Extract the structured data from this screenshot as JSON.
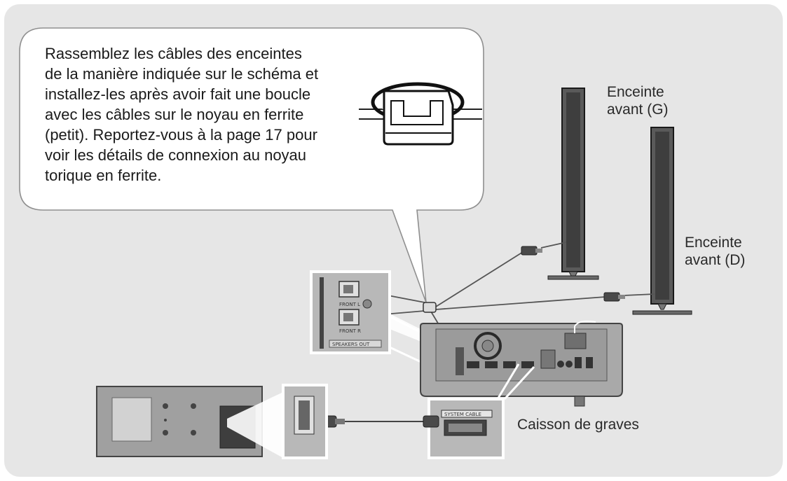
{
  "callout": {
    "lines": [
      "Rassemblez les câbles des enceintes",
      "de la manière indiquée sur le schéma et",
      "installez-les après avoir fait une boucle",
      "avec les câbles sur le noyau en ferrite",
      "(petit). Reportez-vous à la page 17 pour",
      "voir les détails de connexion au noyau",
      "torique en ferrite."
    ]
  },
  "labels": {
    "front_left": [
      "Enceinte",
      "avant (G)"
    ],
    "front_right": [
      "Enceinte",
      "avant (D)"
    ],
    "subwoofer": "Caisson de graves"
  },
  "connectors": {
    "system_cable": "SYSTEM CABLE",
    "front_l": "FRONT L",
    "front_r": "FRONT R",
    "speakers_out": "SPEAKERS OUT"
  },
  "colors": {
    "panel_bg": "#e6e6e6",
    "device_body": "#8a8a8a",
    "speaker_bar": "#444444",
    "zoom_box_border": "#ffffff"
  }
}
